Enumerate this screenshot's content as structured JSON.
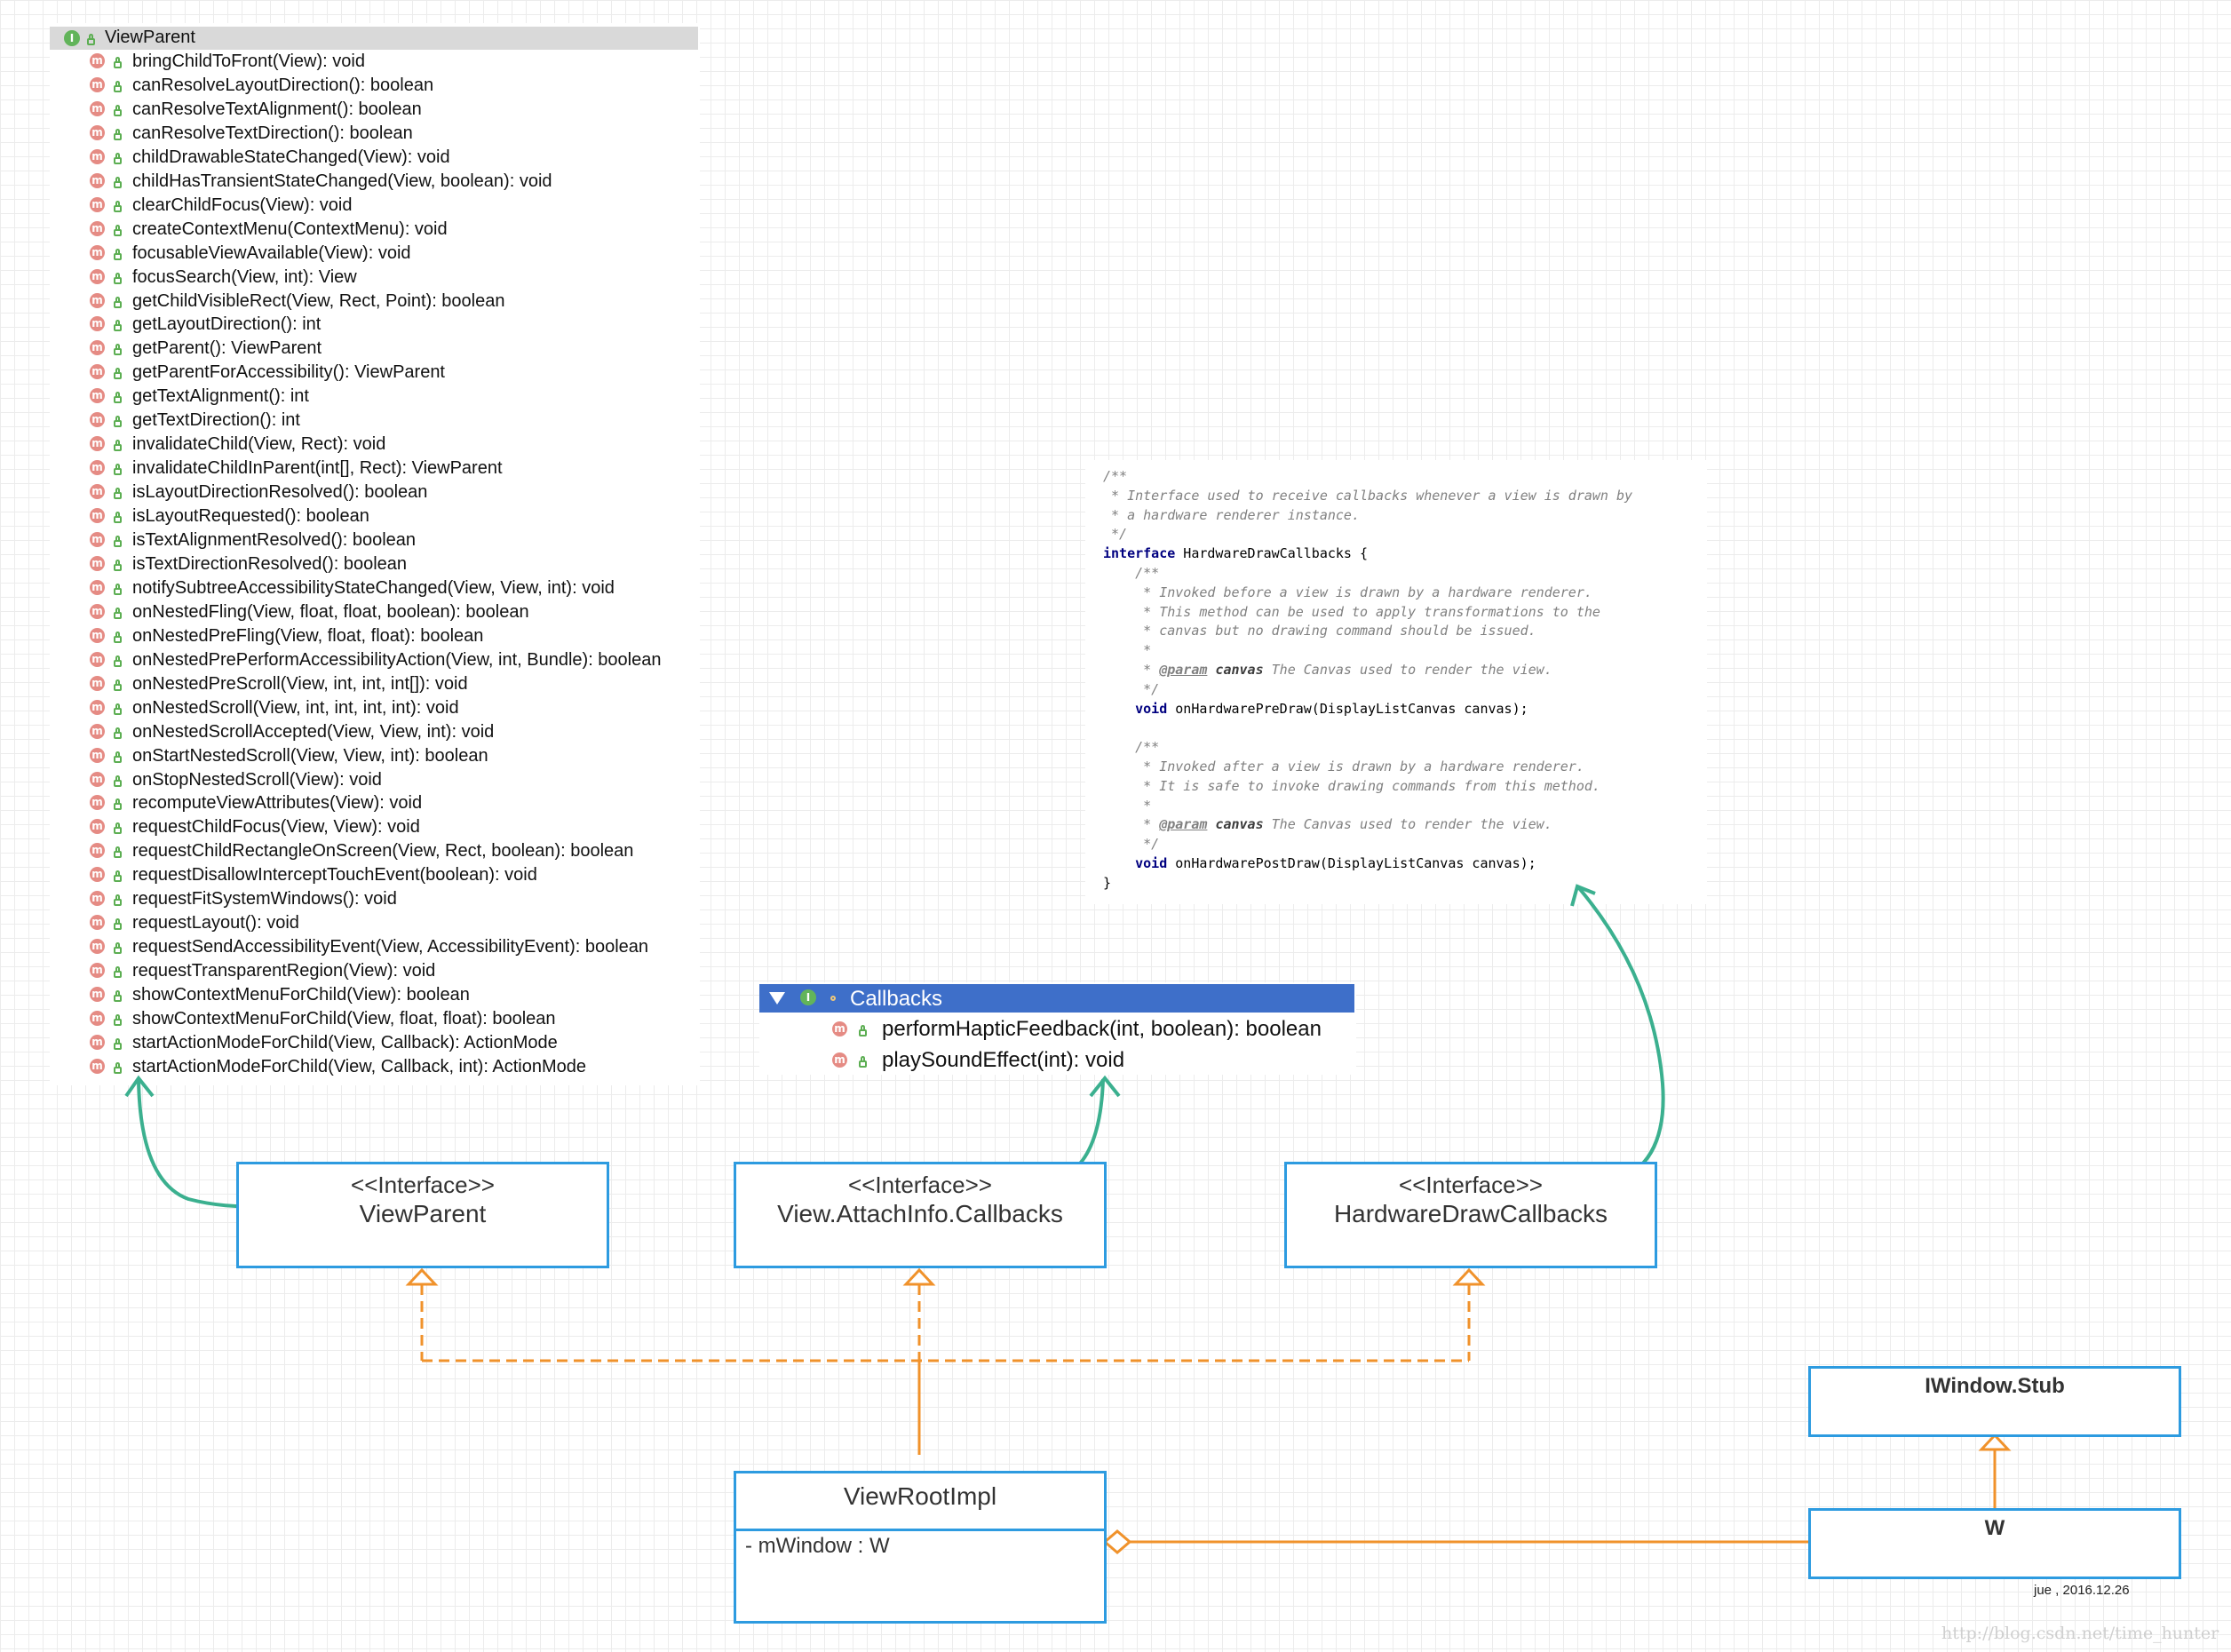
{
  "viewparent_panel": {
    "title": "ViewParent",
    "methods": [
      "bringChildToFront(View): void",
      "canResolveLayoutDirection(): boolean",
      "canResolveTextAlignment(): boolean",
      "canResolveTextDirection(): boolean",
      "childDrawableStateChanged(View): void",
      "childHasTransientStateChanged(View, boolean): void",
      "clearChildFocus(View): void",
      "createContextMenu(ContextMenu): void",
      "focusableViewAvailable(View): void",
      "focusSearch(View, int): View",
      "getChildVisibleRect(View, Rect, Point): boolean",
      "getLayoutDirection(): int",
      "getParent(): ViewParent",
      "getParentForAccessibility(): ViewParent",
      "getTextAlignment(): int",
      "getTextDirection(): int",
      "invalidateChild(View, Rect): void",
      "invalidateChildInParent(int[], Rect): ViewParent",
      "isLayoutDirectionResolved(): boolean",
      "isLayoutRequested(): boolean",
      "isTextAlignmentResolved(): boolean",
      "isTextDirectionResolved(): boolean",
      "notifySubtreeAccessibilityStateChanged(View, View, int): void",
      "onNestedFling(View, float, float, boolean): boolean",
      "onNestedPreFling(View, float, float): boolean",
      "onNestedPrePerformAccessibilityAction(View, int, Bundle): boolean",
      "onNestedPreScroll(View, int, int, int[]): void",
      "onNestedScroll(View, int, int, int, int): void",
      "onNestedScrollAccepted(View, View, int): void",
      "onStartNestedScroll(View, View, int): boolean",
      "onStopNestedScroll(View): void",
      "recomputeViewAttributes(View): void",
      "requestChildFocus(View, View): void",
      "requestChildRectangleOnScreen(View, Rect, boolean): boolean",
      "requestDisallowInterceptTouchEvent(boolean): void",
      "requestFitSystemWindows(): void",
      "requestLayout(): void",
      "requestSendAccessibilityEvent(View, AccessibilityEvent): boolean",
      "requestTransparentRegion(View): void",
      "showContextMenuForChild(View): boolean",
      "showContextMenuForChild(View, float, float): boolean",
      "startActionModeForChild(View, Callback): ActionMode",
      "startActionModeForChild(View, Callback, int): ActionMode"
    ]
  },
  "callbacks_panel": {
    "title": "Callbacks",
    "methods": [
      "performHapticFeedback(int, boolean): boolean",
      "playSoundEffect(int): void"
    ]
  },
  "code_lines": [
    [
      [
        "cm",
        "/**"
      ]
    ],
    [
      [
        "cm",
        " * Interface used to receive callbacks whenever a view is drawn by"
      ]
    ],
    [
      [
        "cm",
        " * a hardware renderer instance."
      ]
    ],
    [
      [
        "cm",
        " */"
      ]
    ],
    [
      [
        "kw",
        "interface"
      ],
      [
        "tx",
        " HardwareDrawCallbacks {"
      ]
    ],
    [
      [
        "cm",
        "    /**"
      ]
    ],
    [
      [
        "cm",
        "     * Invoked before a view is drawn by a hardware renderer."
      ]
    ],
    [
      [
        "cm",
        "     * This method can be used to apply transformations to the"
      ]
    ],
    [
      [
        "cm",
        "     * canvas but no drawing command should be issued."
      ]
    ],
    [
      [
        "cm",
        "     *"
      ]
    ],
    [
      [
        "cm",
        "     * "
      ],
      [
        "tag",
        "@param"
      ],
      [
        "pn",
        " canvas"
      ],
      [
        "cm",
        " The Canvas used to render the view."
      ]
    ],
    [
      [
        "cm",
        "     */"
      ]
    ],
    [
      [
        "tx",
        "    "
      ],
      [
        "kw",
        "void"
      ],
      [
        "tx",
        " onHardwarePreDraw(DisplayListCanvas canvas);"
      ]
    ],
    [
      [
        "tx",
        ""
      ]
    ],
    [
      [
        "cm",
        "    /**"
      ]
    ],
    [
      [
        "cm",
        "     * Invoked after a view is drawn by a hardware renderer."
      ]
    ],
    [
      [
        "cm",
        "     * It is safe to invoke drawing commands from this method."
      ]
    ],
    [
      [
        "cm",
        "     *"
      ]
    ],
    [
      [
        "cm",
        "     * "
      ],
      [
        "tag",
        "@param"
      ],
      [
        "pn",
        " canvas"
      ],
      [
        "cm",
        " The Canvas used to render the view."
      ]
    ],
    [
      [
        "cm",
        "     */"
      ]
    ],
    [
      [
        "tx",
        "    "
      ],
      [
        "kw",
        "void"
      ],
      [
        "tx",
        " onHardwarePostDraw(DisplayListCanvas canvas);"
      ]
    ],
    [
      [
        "tx",
        "}"
      ]
    ]
  ],
  "uml": {
    "viewparent": {
      "stereotype": "<<Interface>>",
      "name": "ViewParent"
    },
    "attachinfo": {
      "stereotype": "<<Interface>>",
      "name": "View.AttachInfo.Callbacks"
    },
    "hardware": {
      "stereotype": "<<Interface>>",
      "name": "HardwareDrawCallbacks"
    },
    "viewrootimpl": {
      "name": "ViewRootImpl",
      "attribute": "- mWindow : W"
    },
    "iwindow_stub": {
      "name": "IWindow.Stub"
    },
    "w": {
      "name": "W"
    }
  },
  "signature": "jue , 2016.12.26",
  "watermark": "http://blog.csdn.net/time_hunter",
  "colors": {
    "uml_border": "#2d9be0",
    "relation_orange": "#f0922b",
    "arrow_teal": "#3bb08f",
    "callbacks_header": "#3e6fc9",
    "method_icon": "#e58b84"
  },
  "icons": {
    "method": "method-m-icon",
    "public": "lock-icon",
    "interface": "interface-i-icon",
    "expand": "triangle-down-icon"
  }
}
